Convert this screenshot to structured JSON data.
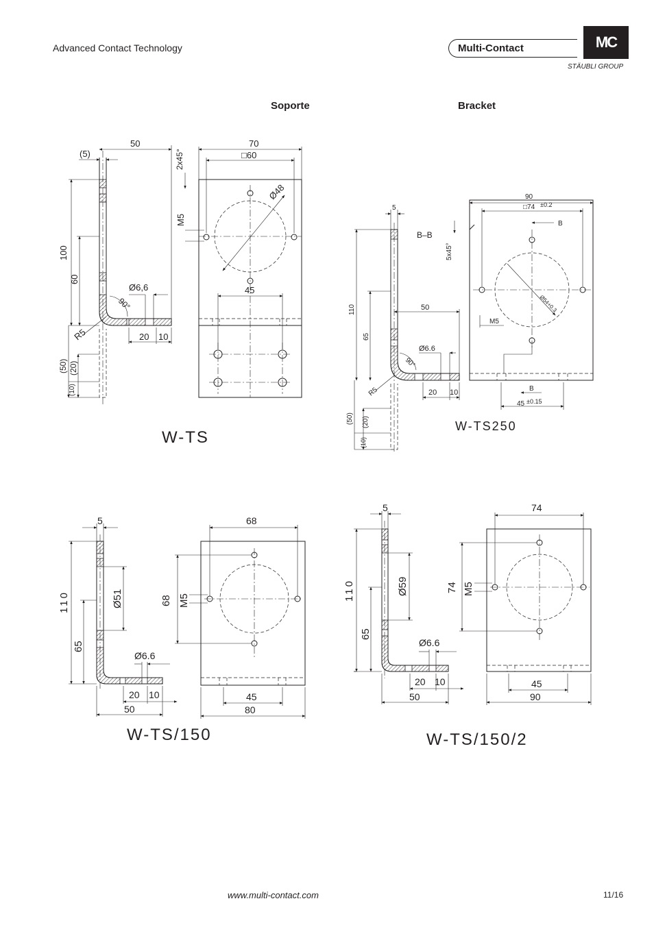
{
  "header": {
    "tagline": "Advanced Contact Technology",
    "brand": "Multi-Contact",
    "logo_text": "MC",
    "group": "STÄUBLI GROUP"
  },
  "sections": {
    "left": "Soporte",
    "right": "Bracket"
  },
  "drawings": {
    "wts": {
      "title": "W-TS",
      "dims": {
        "d50": "50",
        "d5": "(5)",
        "d70": "70",
        "d60sq": "□60",
        "chamfer": "2x45°",
        "m5": "M5",
        "dia48": "Ø48",
        "h100": "100",
        "h60": "60",
        "dia66": "Ø6,6",
        "ang": "90°",
        "d45": "45",
        "r5": "R5",
        "d20": "20",
        "d10": "10",
        "p50": "(50)",
        "p20": "(20)",
        "p10": "(10)"
      }
    },
    "wts250": {
      "title": "W-TS250",
      "dims": {
        "d90": "90",
        "sq74": "□74",
        "tol02": "±0.2",
        "b": "B",
        "section": "B–B",
        "chamfer": "5x45°",
        "d5": "5",
        "h110": "110",
        "h65": "65",
        "d50": "50",
        "dia66": "Ø6.6",
        "dia54": "Ø54+0.3",
        "m5": "M5",
        "ang": "90°",
        "r5": "R5",
        "d20": "20",
        "d10": "10",
        "d45": "45",
        "tol015": "±0.15",
        "p50": "(50)",
        "p20": "(20)",
        "p10": "(10)"
      }
    },
    "wts150": {
      "title": "W-TS/150",
      "dims": {
        "d5": "5",
        "d68": "68",
        "h110": "110",
        "dia51": "Ø51",
        "h68": "68",
        "m5": "M5",
        "h65": "65",
        "dia66": "Ø6.6",
        "d20": "20",
        "d10": "10",
        "d50": "50",
        "d45": "45",
        "d80": "80"
      }
    },
    "wts1502": {
      "title": "W-TS/150/2",
      "dims": {
        "d5": "5",
        "d74": "74",
        "h110": "110",
        "dia59": "Ø59",
        "h74": "74",
        "m5": "M5",
        "h65": "65",
        "dia66": "Ø6.6",
        "d20": "20",
        "d10": "10",
        "d50": "50",
        "d45": "45",
        "d90": "90"
      }
    }
  },
  "footer": {
    "url": "www.multi-contact.com",
    "page": "11/16"
  }
}
